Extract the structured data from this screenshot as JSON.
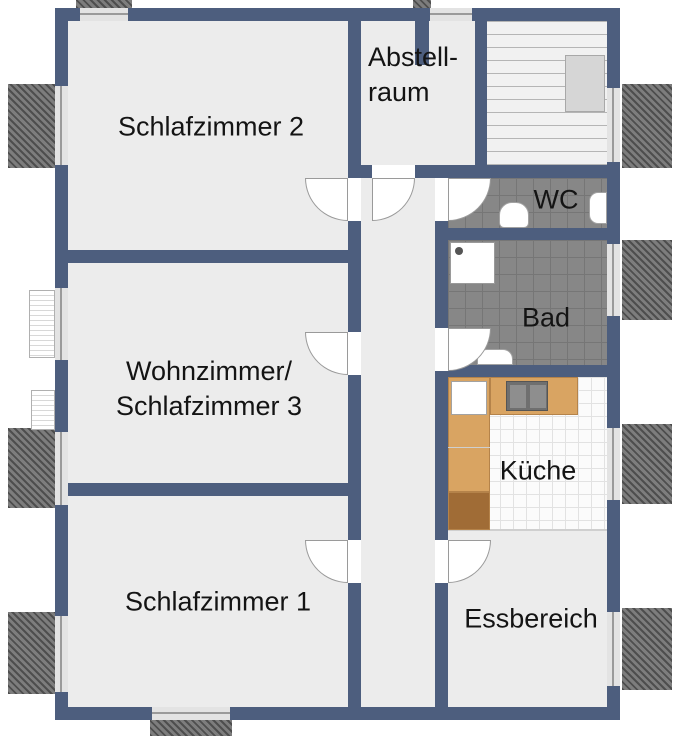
{
  "plan": {
    "rooms": {
      "schlafzimmer2": {
        "label": "Schlafzimmer 2"
      },
      "abstellraum": {
        "label": "Abstell-\nraum"
      },
      "wc": {
        "label": "WC"
      },
      "bad": {
        "label": "Bad"
      },
      "wohnzimmer": {
        "label": "Wohnzimmer/\nSchlafzimmer 3"
      },
      "kueche": {
        "label": "Küche"
      },
      "schlafzimmer1": {
        "label": "Schlafzimmer 1"
      },
      "essbereich": {
        "label": "Essbereich"
      }
    }
  },
  "colors": {
    "wall": "#4d5e7e",
    "floor": "#ececec",
    "tile": "#878787",
    "tile-grout": "#767676",
    "kitchen-floor": "#fbfbfb",
    "kitchen-grid": "#e2e2e2",
    "counter": "#d9a462",
    "counter-edge": "#b5834a",
    "counter-dark": "#a06c36",
    "hatch-dark": "#4e4e4e",
    "hatch-light": "#7d7d7d",
    "window": "#e3e3e3",
    "window-line": "#9a9a9a",
    "door-line": "#9a9a9a",
    "stair-line": "#b5b5b5",
    "label": "#141414"
  }
}
